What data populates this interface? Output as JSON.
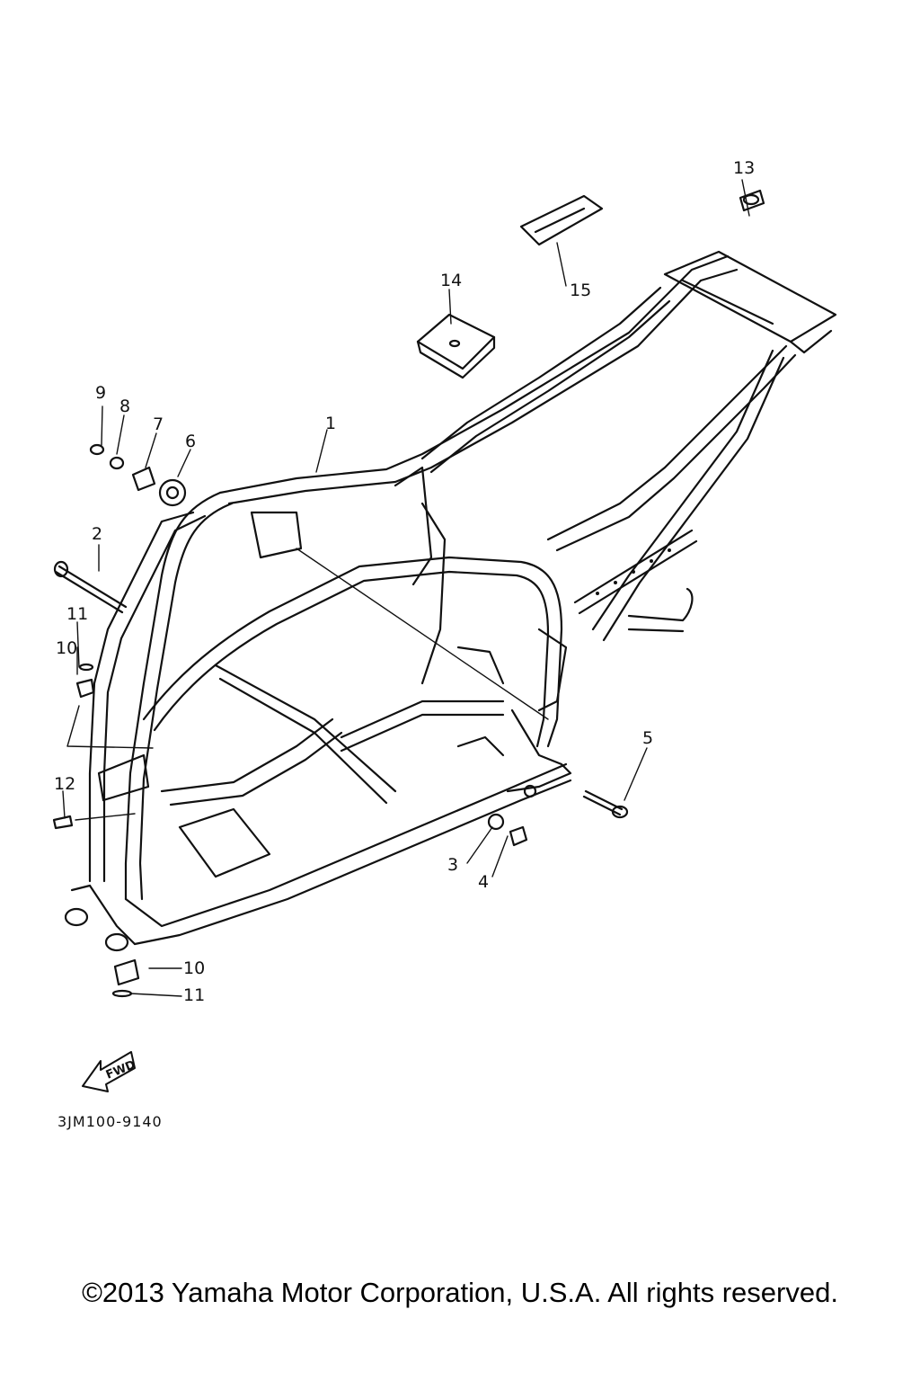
{
  "diagram": {
    "callouts": [
      {
        "id": "c13",
        "label": "13"
      },
      {
        "id": "c14",
        "label": "14"
      },
      {
        "id": "c15",
        "label": "15"
      },
      {
        "id": "c9",
        "label": "9"
      },
      {
        "id": "c8",
        "label": "8"
      },
      {
        "id": "c7",
        "label": "7"
      },
      {
        "id": "c6",
        "label": "6"
      },
      {
        "id": "c1",
        "label": "1"
      },
      {
        "id": "c2",
        "label": "2"
      },
      {
        "id": "c11a",
        "label": "11"
      },
      {
        "id": "c10a",
        "label": "10"
      },
      {
        "id": "c12",
        "label": "12"
      },
      {
        "id": "c5",
        "label": "5"
      },
      {
        "id": "c3",
        "label": "3"
      },
      {
        "id": "c4",
        "label": "4"
      },
      {
        "id": "c10b",
        "label": "10"
      },
      {
        "id": "c11b",
        "label": "11"
      }
    ],
    "fwd_label": "FWD",
    "part_code": "3JM100-9140"
  },
  "footer": {
    "copyright": "©2013 Yamaha Motor Corporation, U.S.A. All rights reserved."
  },
  "colors": {
    "line": "#111111",
    "background": "#ffffff"
  }
}
